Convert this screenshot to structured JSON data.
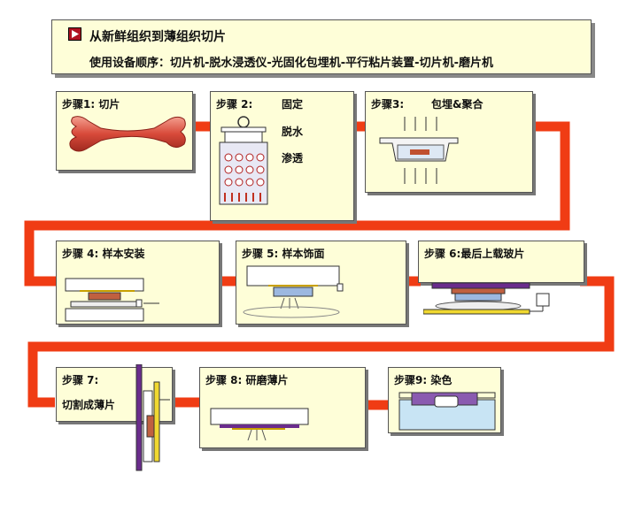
{
  "header": {
    "title": "从新鲜组织到薄组织切片",
    "subtitle": "使用设备顺序：切片机-脱水浸透仪-光固化包埋机-平行粘片装置-切片机-磨片机"
  },
  "steps": [
    {
      "label": "步骤1: 切片"
    },
    {
      "label": "步骤 2:",
      "lines": [
        "固定",
        "脱水",
        "渗透"
      ]
    },
    {
      "label": "步骤3:",
      "extra": "包埋&聚合"
    },
    {
      "label": "步骤 4: 样本安装"
    },
    {
      "label": "步骤 5: 样本饰面"
    },
    {
      "label": "步骤 6:最后上载玻片"
    },
    {
      "label": "步骤 7:",
      "extra": "切割成薄片"
    },
    {
      "label": "步骤 8: 研磨薄片"
    },
    {
      "label": "步骤9: 染色"
    }
  ],
  "colors": {
    "flow": "#f03c14",
    "panel": "#fefed8",
    "arrow": "#b01020"
  }
}
